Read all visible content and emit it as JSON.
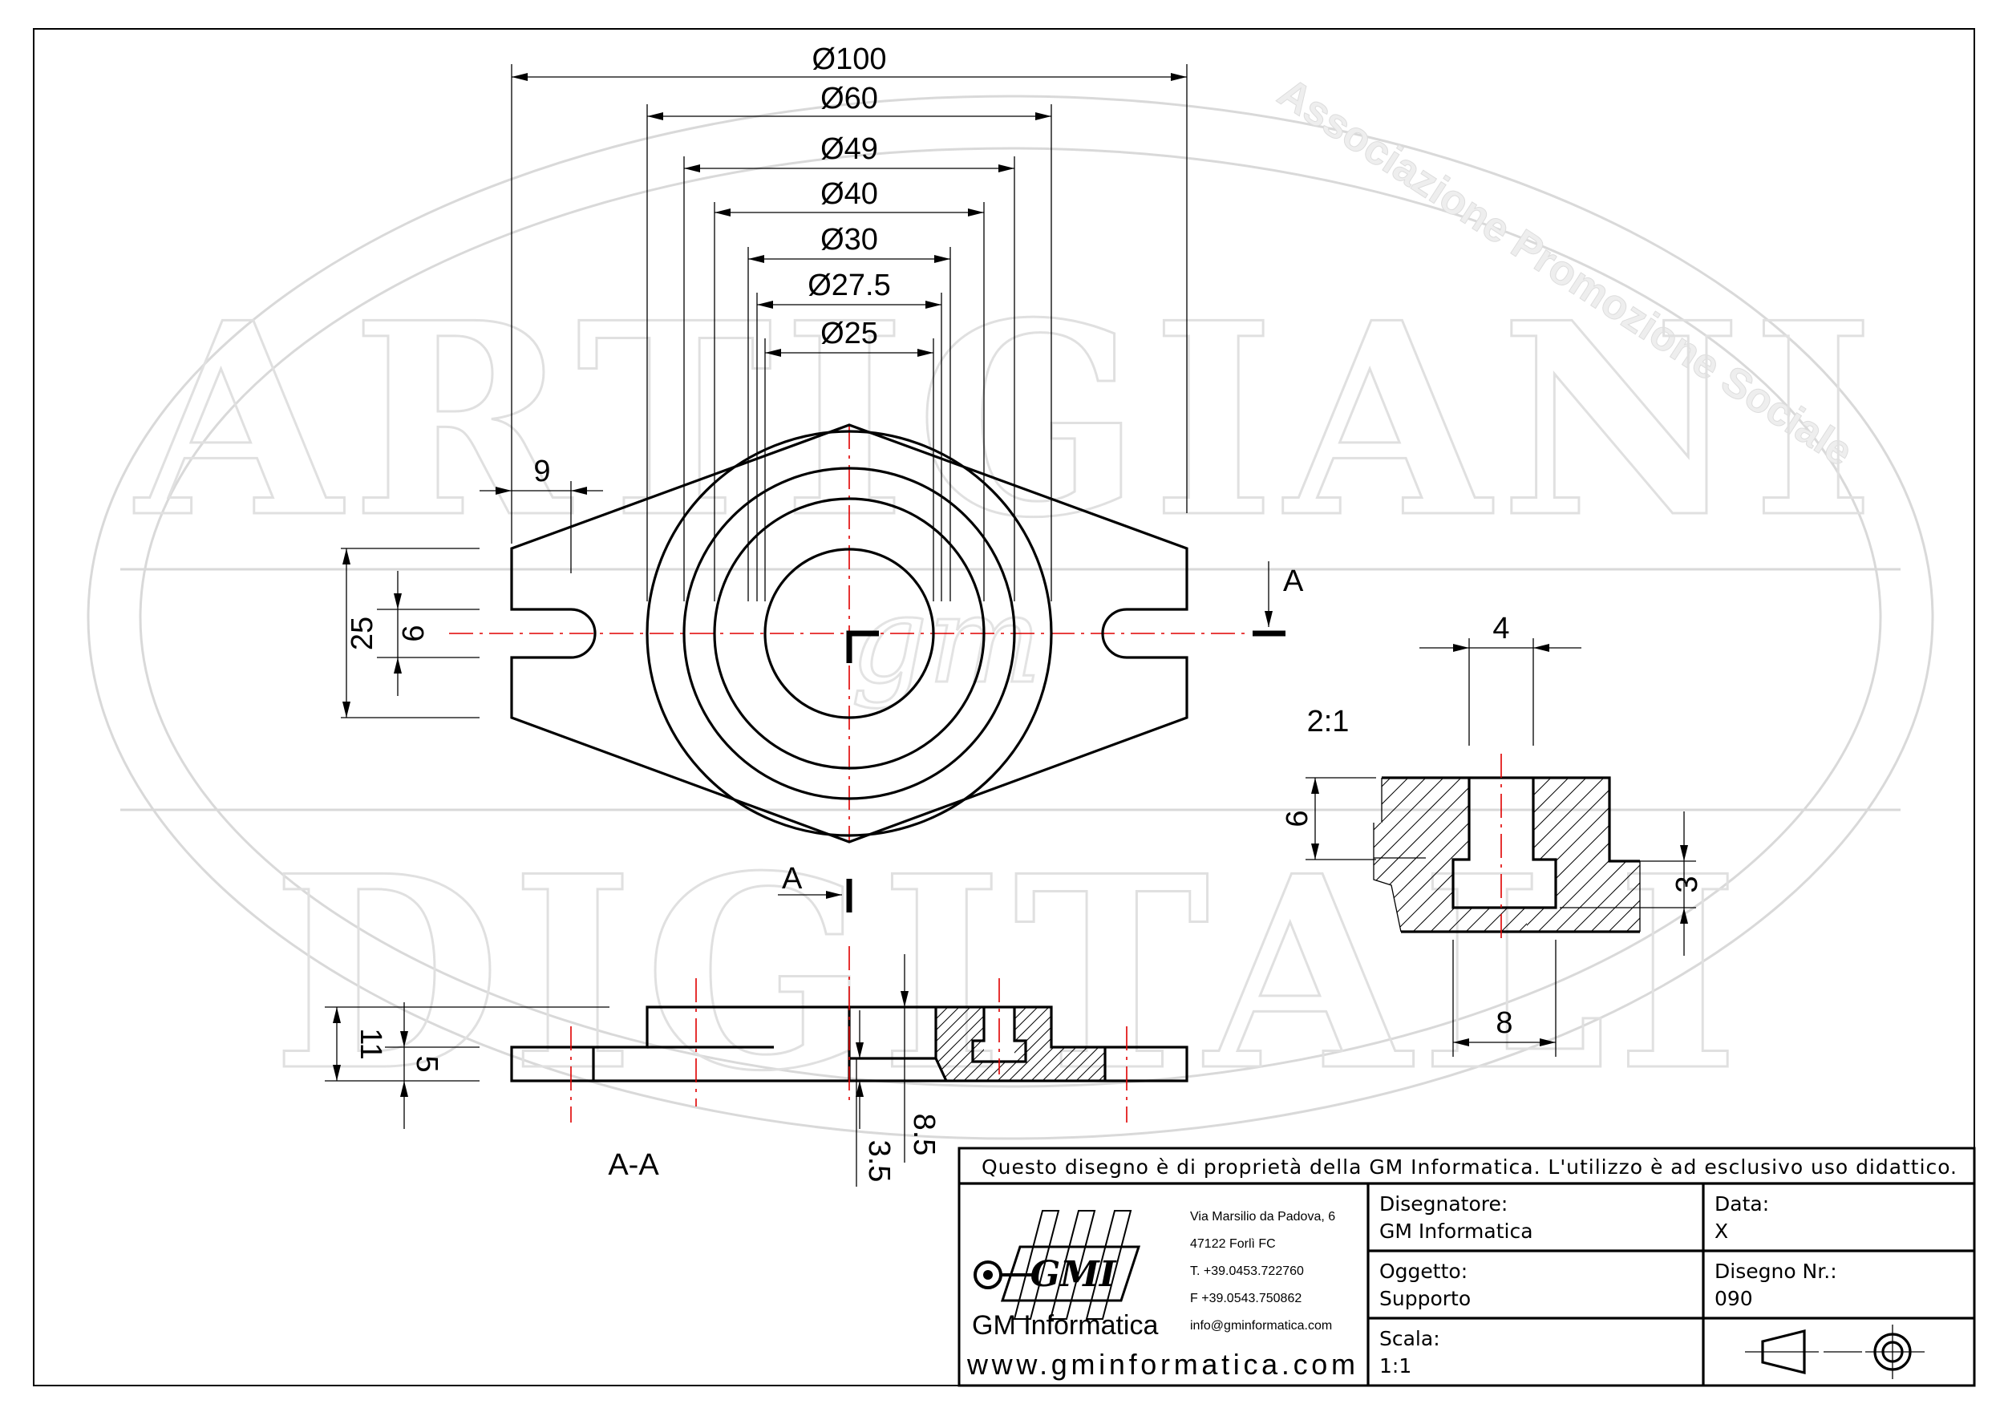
{
  "watermark": {
    "arc_text": "Associazione Promozione Sociale",
    "top_word": "ARTIGIANI",
    "bottom_word": "DIGITALI",
    "center_logo": "gm"
  },
  "top_view": {
    "diameters": [
      "Ø100",
      "Ø60",
      "Ø49",
      "Ø40",
      "Ø30",
      "Ø27.5",
      "Ø25"
    ],
    "dim_slot_offset": "9",
    "dim_height": "25",
    "dim_slot_width": "6"
  },
  "section_markers": {
    "right": "A",
    "bottom": "A"
  },
  "section_view": {
    "label": "A-A",
    "dim_total_height": "11",
    "dim_flange_height": "5",
    "dim_8_5": "8.5",
    "dim_3_5": "3.5"
  },
  "detail_view": {
    "scale": "2:1",
    "dim_top_width": "4",
    "dim_height": "6",
    "dim_head_height": "3",
    "dim_bottom_width": "8"
  },
  "title_block": {
    "notice": "Questo disegno è di proprietà della GM Informatica. L'utilizzo è ad esclusivo uso didattico.",
    "logo_text": "GMI",
    "company": "GM Informatica",
    "website": "www.gminformatica.com",
    "address": [
      "Via Marsilio da Padova, 6",
      "47122  Forlì  FC",
      "T. +39.0453.722760",
      "F +39.0543.750862",
      "info@gminformatica.com"
    ],
    "designer_label": "Disegnatore:",
    "designer_value": "GM  Informatica",
    "object_label": "Oggetto:",
    "object_value": "Supporto",
    "scale_label": "Scala:",
    "scale_value": "1:1",
    "date_label": "Data:",
    "date_value": "X",
    "drawing_no_label": "Disegno  Nr.:",
    "drawing_no_value": "090",
    "projection_symbol": "first-angle-projection-icon"
  }
}
